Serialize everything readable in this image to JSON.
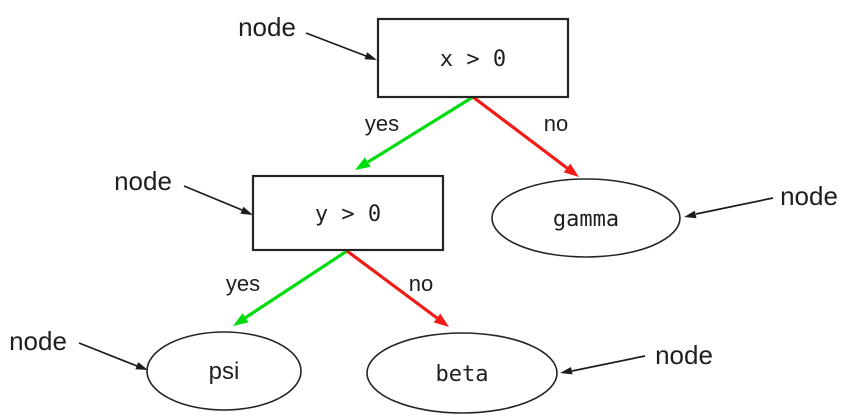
{
  "diagram": {
    "colors": {
      "background": "#ffffff",
      "node_border": "#242424",
      "text": "#1f1f1f",
      "yes_edge": "#00dc0f",
      "no_edge": "#f21b17",
      "annotation": "#1c1c1c"
    },
    "nodes": {
      "root": {
        "label": "x > 0",
        "shape": "rect"
      },
      "internal": {
        "label": "y > 0",
        "shape": "rect"
      },
      "gamma": {
        "label": "gamma",
        "shape": "ellipse"
      },
      "psi": {
        "label": "psi",
        "shape": "ellipse"
      },
      "beta": {
        "label": "beta",
        "shape": "ellipse"
      }
    },
    "edge_labels": {
      "root_yes": "yes",
      "root_no": "no",
      "internal_yes": "yes",
      "internal_no": "no"
    },
    "annotations": {
      "root": "node",
      "internal": "node",
      "gamma": "node",
      "psi": "node",
      "beta": "node"
    }
  }
}
